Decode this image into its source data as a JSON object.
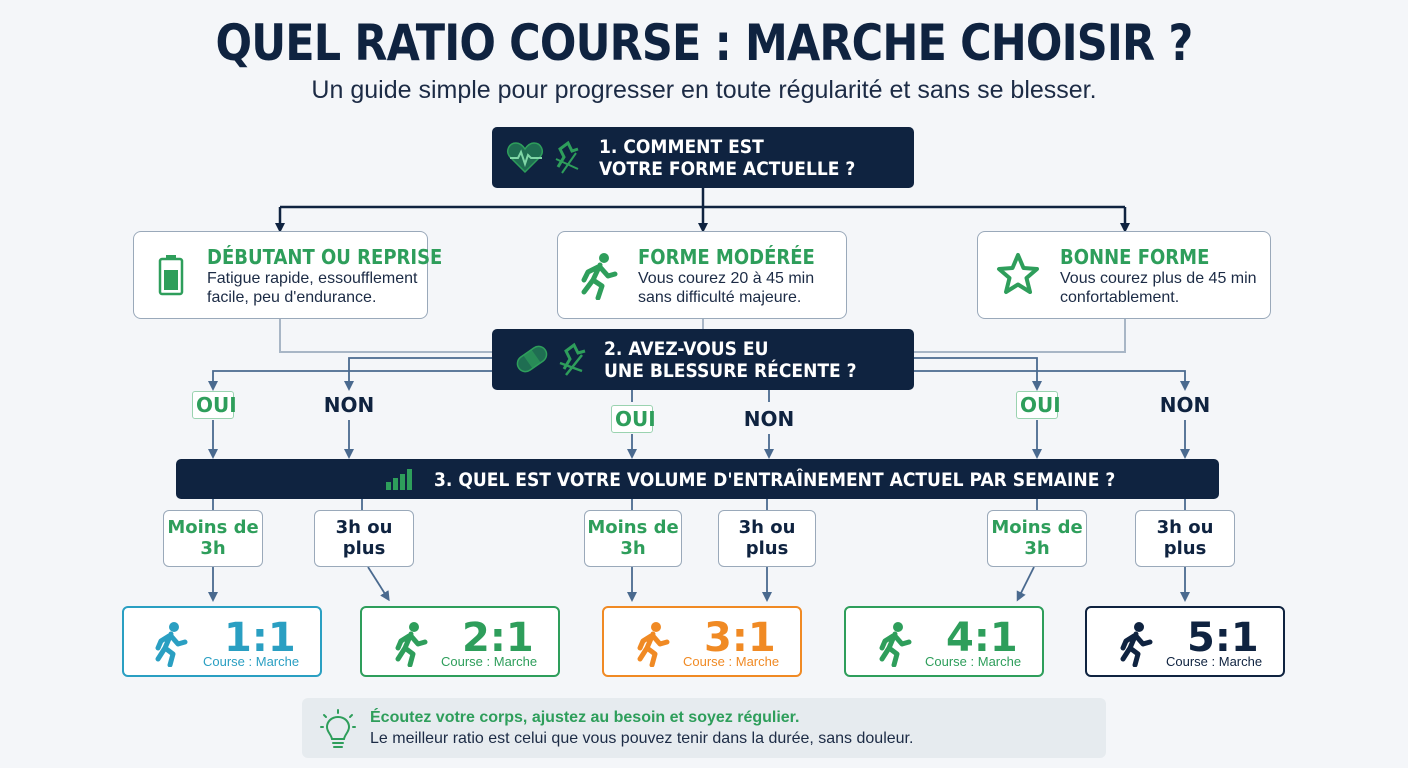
{
  "title": "QUEL RATIO COURSE : MARCHE CHOISIR ?",
  "subtitle": "Un guide simple pour progresser en toute régularité et sans se blesser.",
  "colors": {
    "navy": "#0f2340",
    "green": "#2e9e5b",
    "teal": "#2a9fc2",
    "orange": "#f08a24"
  },
  "question1": {
    "line1": "1. COMMENT EST",
    "line2": "VOTRE FORME ACTUELLE ?",
    "icons": [
      "heart-pulse-icon",
      "runner-leaf-icon"
    ]
  },
  "levels": [
    {
      "title": "DÉBUTANT OU REPRISE",
      "desc1": "Fatigue rapide, essoufflement",
      "desc2": "facile, peu d'endurance.",
      "icon": "battery-icon"
    },
    {
      "title": "FORME MODÉRÉE",
      "desc1": "Vous courez 20 à 45 min",
      "desc2": "sans difficulté majeure.",
      "icon": "runner-icon"
    },
    {
      "title": "BONNE FORME",
      "desc1": "Vous courez plus de 45 min",
      "desc2": "confortablement.",
      "icon": "star-icon"
    }
  ],
  "question2": {
    "line1": "2. AVEZ-VOUS EU",
    "line2": "UNE BLESSURE RÉCENTE ?",
    "icons": [
      "bandage-icon",
      "injured-runner-icon"
    ]
  },
  "answers": {
    "yes": "OUI",
    "no": "NON"
  },
  "question3": {
    "text": "3. QUEL EST VOTRE VOLUME D'ENTRAÎNEMENT ACTUEL PAR SEMAINE ?",
    "icon": "bar-chart-icon"
  },
  "volume": {
    "less_line1": "Moins de",
    "less_line2": "3h",
    "more_line1": "3h ou",
    "more_line2": "plus"
  },
  "ratios": [
    {
      "value": "1:1",
      "label": "Course : Marche",
      "color": "#2a9fc2"
    },
    {
      "value": "2:1",
      "label": "Course : Marche",
      "color": "#2e9e5b"
    },
    {
      "value": "3:1",
      "label": "Course : Marche",
      "color": "#f08a24"
    },
    {
      "value": "4:1",
      "label": "Course : Marche",
      "color": "#2e9e5b"
    },
    {
      "value": "5:1",
      "label": "Course : Marche",
      "color": "#0f2340"
    }
  ],
  "tip": {
    "bold": "Écoutez votre corps, ajustez au besoin et soyez régulier.",
    "text": "Le meilleur ratio est celui que vous pouvez tenir dans la durée, sans douleur.",
    "icon": "lightbulb-icon"
  }
}
